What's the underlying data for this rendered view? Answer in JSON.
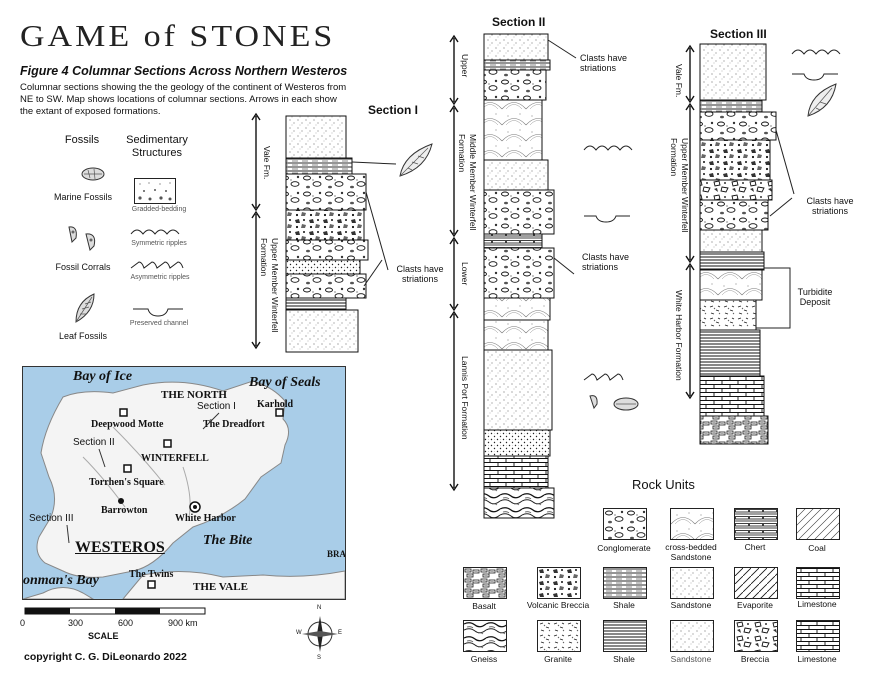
{
  "header": {
    "brand": "GAME of STONES",
    "figure_title": "Figure 4  Columnar Sections Across Northern Westeros",
    "description": "Columnar sections showing the the geology of the continent of Westeros from NE to SW. Map shows locations of columnar sections. Arrows in each show the extant of exposed formations."
  },
  "legend": {
    "fossils_header": "Fossils",
    "structures_header": "Sedimentary Structures",
    "fossils": [
      "Marine Fossils",
      "Fossil Corrals",
      "Leaf Fossils"
    ],
    "structures": [
      "Gradded-bedding",
      "Symmetric ripples",
      "Asymmetric ripples",
      "Preserved channel"
    ]
  },
  "sections": {
    "section1": {
      "title": "Section I",
      "labels": [
        "Vale Fm.",
        "Upper Member Winterfell Formation"
      ],
      "callout": "Clasts have striations"
    },
    "section2": {
      "title": "Section II",
      "labels": [
        "Upper",
        "Middle Member Winterfell Formation",
        "Lower",
        "Lannis Port Formation"
      ],
      "callouts": [
        "Clasts have striations",
        "Clasts have striations"
      ]
    },
    "section3": {
      "title": "Section III",
      "labels": [
        "Vale Fm.",
        "Upper Member Winterfell Formation",
        "White Harbor Formation"
      ],
      "callouts": [
        "Clasts have striations",
        "Turbidite Deposit"
      ]
    }
  },
  "map": {
    "labels": {
      "bay_ice": "Bay of Ice",
      "north": "THE NORTH",
      "bay_seals": "Bay of Seals",
      "karhold": "Karhold",
      "deepwood": "Deepwood Motte",
      "dreadfort": "The Dreadfort",
      "winterfell": "WINTERFELL",
      "torrhen": "Torrhen's Square",
      "barrowton": "Barrowton",
      "white_harbor": "White Harbor",
      "westeros": "WESTEROS",
      "bite": "The Bite",
      "bra": "BRA",
      "ironman": "onman's Bay",
      "twins": "The Twins",
      "vale": "THE VALE"
    },
    "section_labels": [
      "Section I",
      "Section II",
      "Section III"
    ],
    "scale": {
      "ticks": [
        "0",
        "300",
        "600",
        "900 km"
      ],
      "label": "SCALE"
    },
    "compass": [
      "N",
      "E",
      "S",
      "W"
    ]
  },
  "rock_units": {
    "title": "Rock Units",
    "row1": [
      "Conglomerate",
      "cross-bedded Sandstone",
      "Chert",
      "Coal"
    ],
    "row2": [
      "Basalt",
      "Volcanic Breccia",
      "Shale",
      "Sandstone",
      "Evaporite",
      "Limestone"
    ],
    "row3": [
      "Gneiss",
      "Granite",
      "Shale",
      "Sandstone",
      "Breccia",
      "Limestone"
    ]
  },
  "copyright": "copyright C. G. DiLeonardo 2022"
}
